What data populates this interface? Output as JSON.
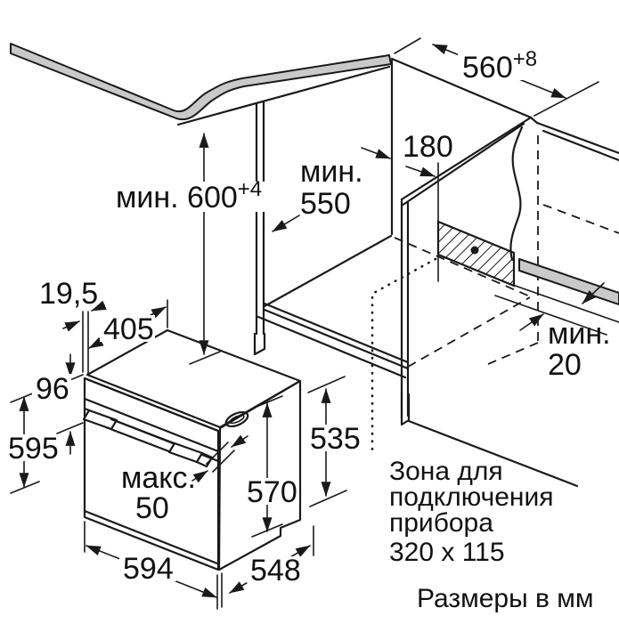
{
  "diagram_title": "Built-in oven niche installation drawing",
  "units": {
    "label": "Размеры в мм"
  },
  "note": {
    "line1": "Зона для",
    "line2": "подключения",
    "line3": "прибора",
    "line4": "320 x 115"
  },
  "dims": {
    "niche_width": {
      "value": "560",
      "sup": "+8"
    },
    "niche_height": {
      "main": "мин. 600",
      "sup": "+4"
    },
    "niche_depth": {
      "word": "мин.",
      "value": "550"
    },
    "zone_offset": {
      "value": "180"
    },
    "wall_gap": {
      "word": "мин.",
      "value": "20"
    },
    "facia_overhang": {
      "value": "19,5"
    },
    "top_depth": {
      "value": "405"
    },
    "panel_height": {
      "value": "96"
    },
    "oven_height": {
      "value": "595"
    },
    "handle_depth": {
      "word": "макс.",
      "value": "50"
    },
    "oven_width": {
      "value": "594"
    },
    "oven_depth": {
      "value": "548"
    },
    "casing_height": {
      "value": "535"
    },
    "door_height": {
      "value": "570"
    }
  },
  "colors": {
    "line": "#1a1a1a",
    "countertop_fill": "#c9c9c9",
    "background": "#ffffff"
  }
}
